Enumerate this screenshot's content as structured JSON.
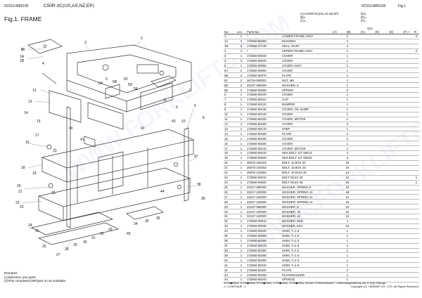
{
  "header": {
    "code_left": "0C510-M65100",
    "model": "C50R-3C(US,AS,NZ,EP)",
    "code_right": "0C510-M65100",
    "fig_right": "Fig.1"
  },
  "figure": {
    "title": "Fig.1.  FRAME"
  },
  "legend": {
    "a": "(A)=C50R-3C(US,AS,NZ,EP)",
    "b": "(B)=",
    "c": "(C)=",
    "d": "(D)=",
    "e": "(E)=",
    "f": "(F)="
  },
  "table": {
    "headers": {
      "no": "No.",
      "lev": "Lev.",
      "parts": "Parts No.",
      "desc": "",
      "qty": "Q'ty",
      "i": "I",
      "r": "R"
    },
    "qty_cols": [
      "(A)",
      "(B)",
      "(C)",
      "(D)",
      "(E)",
      "(F)"
    ],
    "rows": [
      [
        "1",
        "1",
        "*",
        "LOWER FRAME ASSY",
        "1",
        "2"
      ],
      [
        "1A",
        "2",
        "172660-50080",
        "BUSHING",
        "4",
        ""
      ],
      [
        "1B",
        "2",
        "172660-37130",
        "SEAL, DUST",
        "4",
        ""
      ],
      [
        "2",
        "1",
        "*",
        "UPPER FRAME ASSY",
        "1",
        "2"
      ],
      [
        "3",
        "1",
        "172660-50030",
        "COVER",
        "1",
        ""
      ],
      [
        "4",
        "1",
        "172660-50040",
        "COVER",
        "1",
        ""
      ],
      [
        "5",
        "1",
        "172660-50050",
        "COVER ASSY",
        "1",
        ""
      ],
      [
        "5A",
        "2",
        "172660-50060",
        "COVER",
        "1",
        ""
      ],
      [
        "5B",
        "2",
        "172660-50070",
        "PLATE",
        "1",
        ""
      ],
      [
        "5C",
        "2",
        "26716-060002",
        "NUT, M6",
        "2",
        ""
      ],
      [
        "5D",
        "2",
        "22137-060000",
        "WASHER, 6",
        "1",
        ""
      ],
      [
        "5E",
        "2",
        "172660-50090",
        "SPRING",
        "2",
        ""
      ],
      [
        "6",
        "1",
        "172660-50100",
        "COVER",
        "1",
        ""
      ],
      [
        "7",
        "1",
        "172660-50110",
        "CAP",
        "1",
        ""
      ],
      [
        "8",
        "1",
        "172660-50120",
        "BUMPER",
        "1",
        ""
      ],
      [
        "9",
        "1",
        "172660-50130",
        "COVER, OIL SUMP",
        "1",
        ""
      ],
      [
        "10",
        "1",
        "172660-50140",
        "COVER",
        "1",
        ""
      ],
      [
        "11",
        "1",
        "172660-50150",
        "COVER, MOTOR",
        "1",
        ""
      ],
      [
        "12",
        "1",
        "172660-50160",
        "COVER",
        "2",
        ""
      ],
      [
        "13",
        "1",
        "172660-50170",
        "STEP",
        "1",
        ""
      ],
      [
        "14",
        "1",
        "172660-50180",
        "PLATE",
        "2",
        ""
      ],
      [
        "15",
        "1",
        "172660-50190",
        "COVER",
        "1",
        ""
      ],
      [
        "16",
        "1",
        "172660-50200",
        "COVER",
        "1",
        ""
      ],
      [
        "17",
        "1",
        "172660-50210",
        "COVER, MOTOR",
        "1",
        ""
      ],
      [
        "18",
        "1",
        "172660-00610",
        "HEX.BOLT 11T 08X14",
        "4",
        ""
      ],
      [
        "19",
        "1",
        "172660-00620",
        "HEX.BOLT 11T 08X20",
        "6",
        ""
      ],
      [
        "20",
        "1",
        "26076-100202",
        "BOLT, 10.9/2X 20",
        "16",
        ""
      ],
      [
        "21",
        "1",
        "26076-100252",
        "BOLT, 10.9/2X 25",
        "18",
        ""
      ],
      [
        "22",
        "1",
        "26076-120252",
        "BOLT, 10.912X 25",
        "14",
        ""
      ],
      [
        "23",
        "1",
        "172660-00810",
        "BOLT M14X 30",
        "16",
        "1"
      ],
      [
        "24",
        "1",
        "172660-00820",
        "BOLT M14X 35",
        "16",
        "1"
      ],
      [
        "25",
        "1",
        "22217-080000",
        "WASHER, SPRING  8",
        "10",
        ""
      ],
      [
        "26",
        "1",
        "22217-100000",
        "WASHER, SPRING 10",
        "48",
        ""
      ],
      [
        "27",
        "1",
        "22217-120000",
        "WASHER, SPRING 12",
        "14",
        ""
      ],
      [
        "28",
        "1",
        "22217-140000",
        "WASHER, SPRING 14",
        "16",
        ""
      ],
      [
        "29",
        "1",
        "22137-080000",
        "WASHER,  8",
        "10",
        ""
      ],
      [
        "30",
        "1",
        "22137-100000",
        "WASHER, 10",
        "34",
        ""
      ],
      [
        "31",
        "1",
        "22137-120000",
        "WASHER, 12",
        "12",
        ""
      ],
      [
        "32",
        "1",
        "172660-00910",
        "WASHER, M10",
        "4",
        ""
      ],
      [
        "33",
        "1",
        "172660-00930",
        "WASHER, M14",
        "16",
        ""
      ],
      [
        "34",
        "1",
        "172660-50240",
        "SHIM, T=1.0",
        "1",
        ""
      ],
      [
        "35",
        "1",
        "172660-50250",
        "SHIM, T=1.6",
        "1",
        ""
      ],
      [
        "36",
        "1",
        "172660-50260",
        "SHIM, T=2.3",
        "1",
        ""
      ],
      [
        "37",
        "1",
        "172660-50270",
        "SHIM, T=4.5",
        "1",
        ""
      ],
      [
        "38",
        "1",
        "172660-50280",
        "SHIM, T=1.0",
        "1",
        ""
      ],
      [
        "39",
        "1",
        "172660-50290",
        "SHIM, T=1.6",
        "1",
        ""
      ],
      [
        "40",
        "1",
        "172660-50300",
        "SHIM, T=2.3",
        "1",
        ""
      ],
      [
        "41",
        "1",
        "172660-50310",
        "SHIM, T=4.5",
        "1",
        ""
      ],
      [
        "42",
        "1",
        "172660-50320",
        "PLATE",
        "2",
        ""
      ],
      [
        "43",
        "1",
        "172660-50330",
        "PLATEWASHER",
        "1",
        ""
      ],
      [
        "44",
        "1",
        "172660-50340",
        "SPONGE",
        "1",
        ""
      ]
    ]
  },
  "footer": {
    "legend": "N:Old▶New, O:Old▶New, R:Old▶New, Z:Old▶New, S:Old▶New, M:Add, Z:Discontinued, *:Interchangeable by set, K:Q'ty Change",
    "continue": "<< CONTINUE >>",
    "copyright": "Copyright (C)  YANMAR CO., LTD. All Rights Reserved."
  },
  "remarks": {
    "title": "Remarks",
    "l1": "(1)Selection use parts",
    "l2": "(2)This complete(CMP)part is not available."
  },
  "watermark": "WWW.FORKLIFTS.COM",
  "callouts": [
    "1",
    "1A",
    "1B",
    "2",
    "3",
    "4",
    "5",
    "5A",
    "5B",
    "5C",
    "5D",
    "5E",
    "6",
    "7",
    "8",
    "9",
    "10",
    "11",
    "12",
    "13",
    "14",
    "15",
    "16",
    "17",
    "18",
    "19",
    "20",
    "21",
    "22",
    "23",
    "24",
    "25",
    "26",
    "27",
    "28",
    "29",
    "30",
    "31",
    "32",
    "33",
    "34",
    "35",
    "36",
    "37",
    "38",
    "39",
    "40",
    "41",
    "42",
    "43",
    "44",
    "45",
    "46"
  ]
}
